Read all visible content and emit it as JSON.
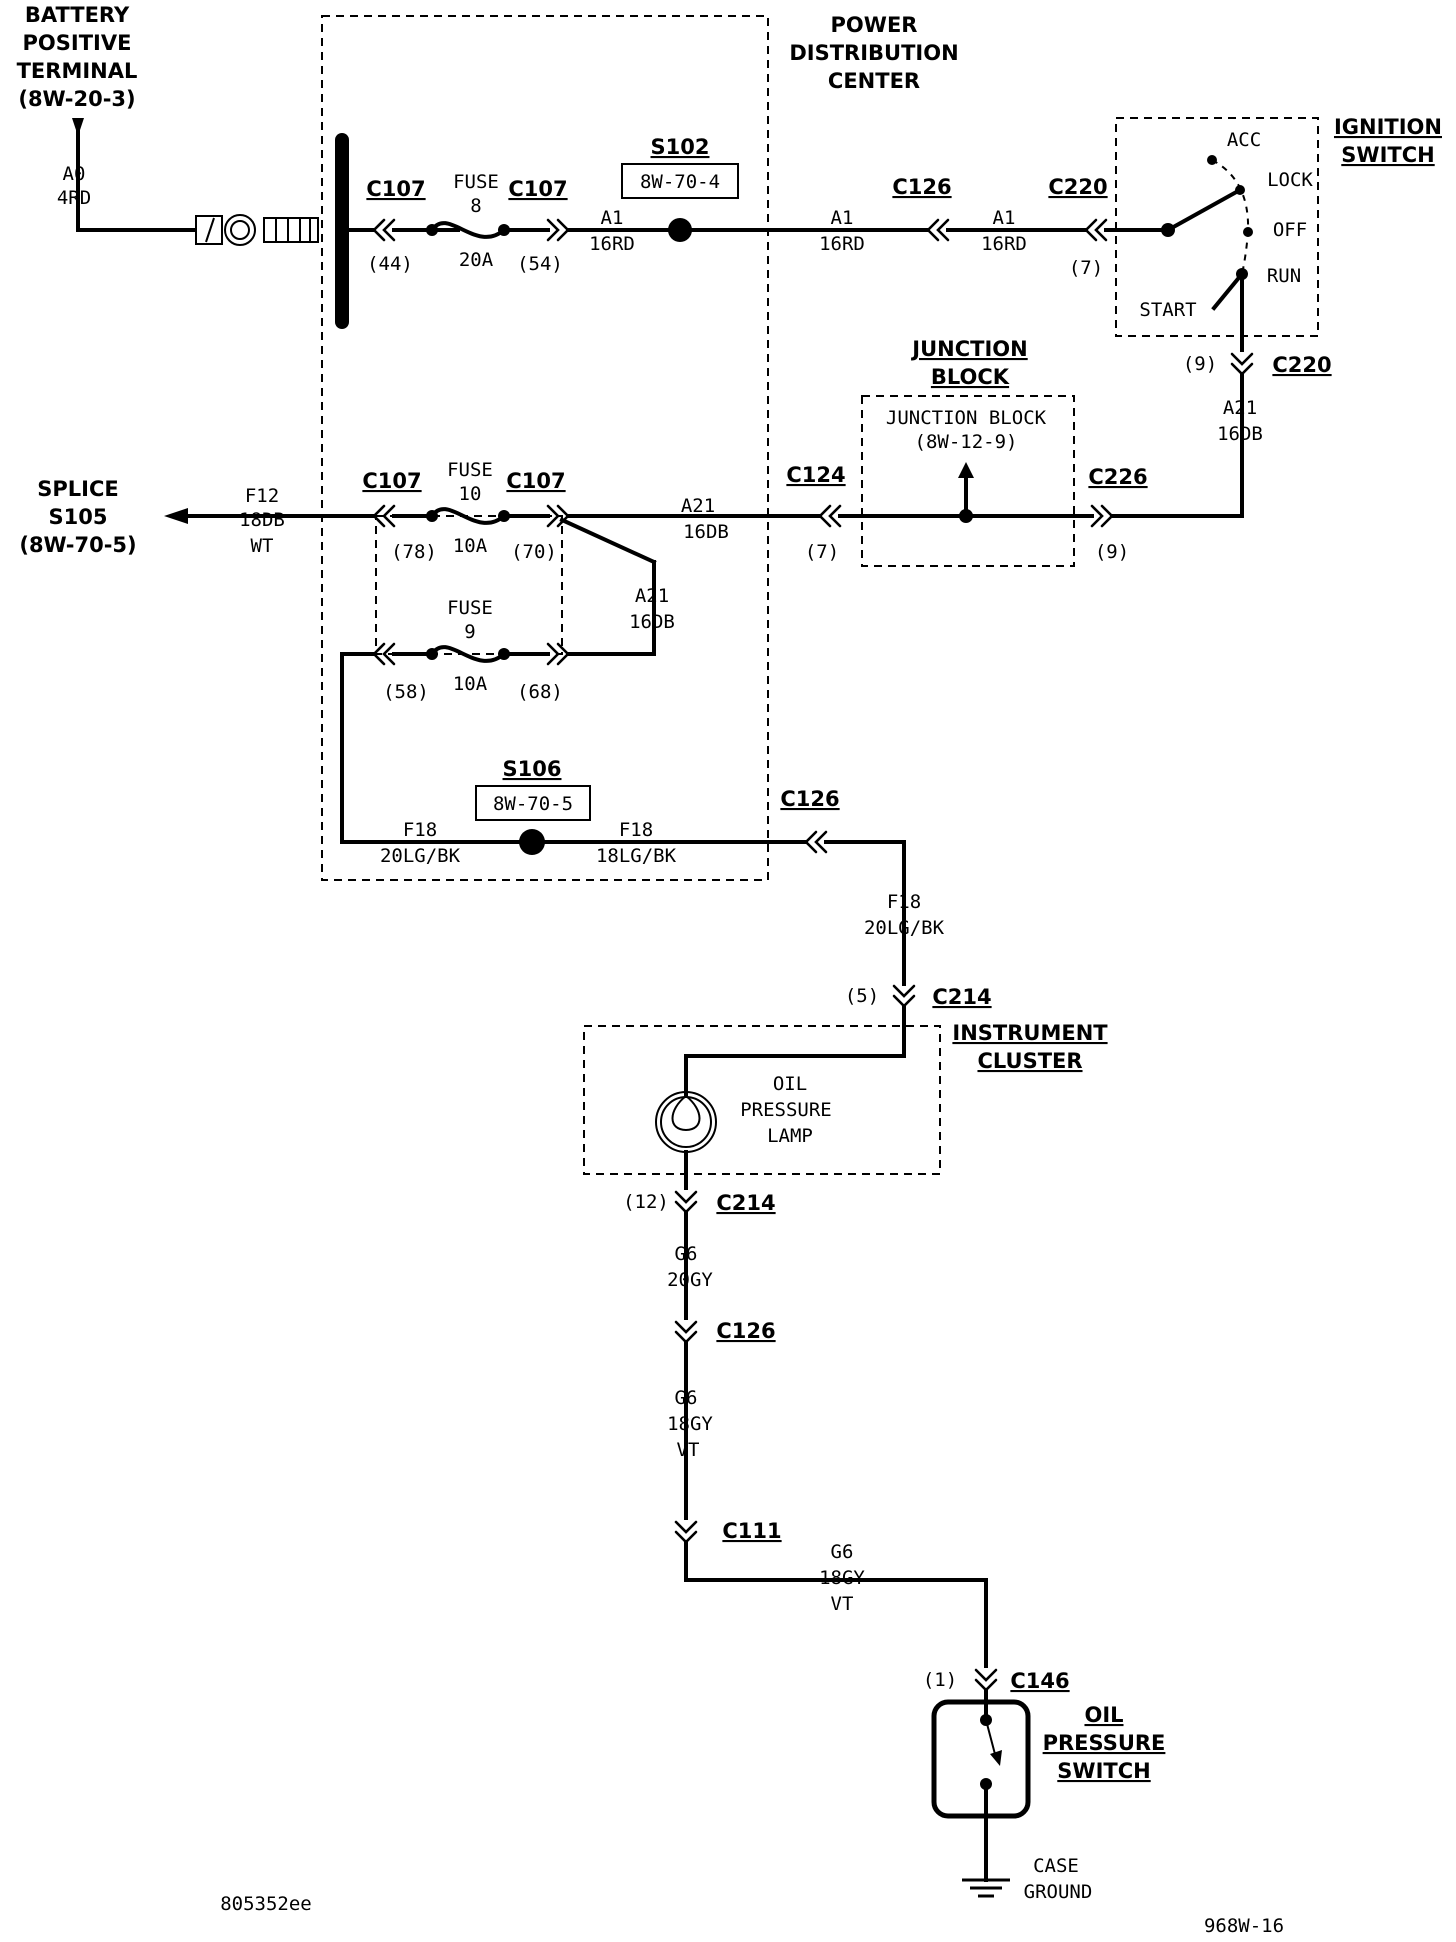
{
  "battery": {
    "title": [
      "BATTERY",
      "POSITIVE",
      "TERMINAL",
      "(8W-20-3)"
    ],
    "wire_circuit": "A0",
    "wire_gauge_color": "4RD"
  },
  "pdc": {
    "title": [
      "POWER",
      "DISTRIBUTION",
      "CENTER"
    ]
  },
  "fuse8": {
    "name": "FUSE",
    "number": "8",
    "rating": "20A"
  },
  "fuse10": {
    "name": "FUSE",
    "number": "10",
    "rating": "10A"
  },
  "fuse9": {
    "name": "FUSE",
    "number": "9",
    "rating": "10A"
  },
  "connectors": {
    "c107": "C107",
    "c126": "C126",
    "c220": "C220",
    "c124": "C124",
    "c226": "C226",
    "c214": "C214",
    "c111": "C111",
    "c146": "C146"
  },
  "pins": {
    "p44": "(44)",
    "p54": "(54)",
    "p7": "(7)",
    "p9": "(9)",
    "p78": "(78)",
    "p70": "(70)",
    "p58": "(58)",
    "p68": "(68)",
    "p5": "(5)",
    "p12": "(12)",
    "p1": "(1)"
  },
  "splices": {
    "s102": "S102",
    "s102_ref": "8W-70-4",
    "s106": "S106",
    "s106_ref": "8W-70-5"
  },
  "wires": {
    "a1": "A1",
    "a1_gc": "16RD",
    "a21": "A21",
    "a21_gc": "16DB",
    "f12": "F12",
    "f12_g": "18DB",
    "f12_c": "WT",
    "f18": "F18",
    "f18_a": "20LG/BK",
    "f18_b": "18LG/BK",
    "g6": "G6",
    "g6_a": "20GY",
    "g6_b": "18GY",
    "g6_c": "VT"
  },
  "ignition_switch": {
    "title": [
      "IGNITION",
      "SWITCH"
    ],
    "positions": [
      "ACC",
      "LOCK",
      "OFF",
      "RUN",
      "START"
    ]
  },
  "junction_block": {
    "title": [
      "JUNCTION",
      "BLOCK"
    ],
    "inner": [
      "JUNCTION BLOCK",
      "(8W-12-9)"
    ]
  },
  "splice_s105": {
    "title": [
      "SPLICE",
      "S105",
      "(8W-70-5)"
    ]
  },
  "instrument_cluster": {
    "title": [
      "INSTRUMENT",
      "CLUSTER"
    ],
    "lamp": [
      "OIL",
      "PRESSURE",
      "LAMP"
    ]
  },
  "oil_pressure_switch": {
    "title": [
      "OIL",
      "PRESSURE",
      "SWITCH"
    ]
  },
  "ground": [
    "CASE",
    "GROUND"
  ],
  "footer": {
    "left_code": "805352ee",
    "right_code": "968W-16"
  }
}
